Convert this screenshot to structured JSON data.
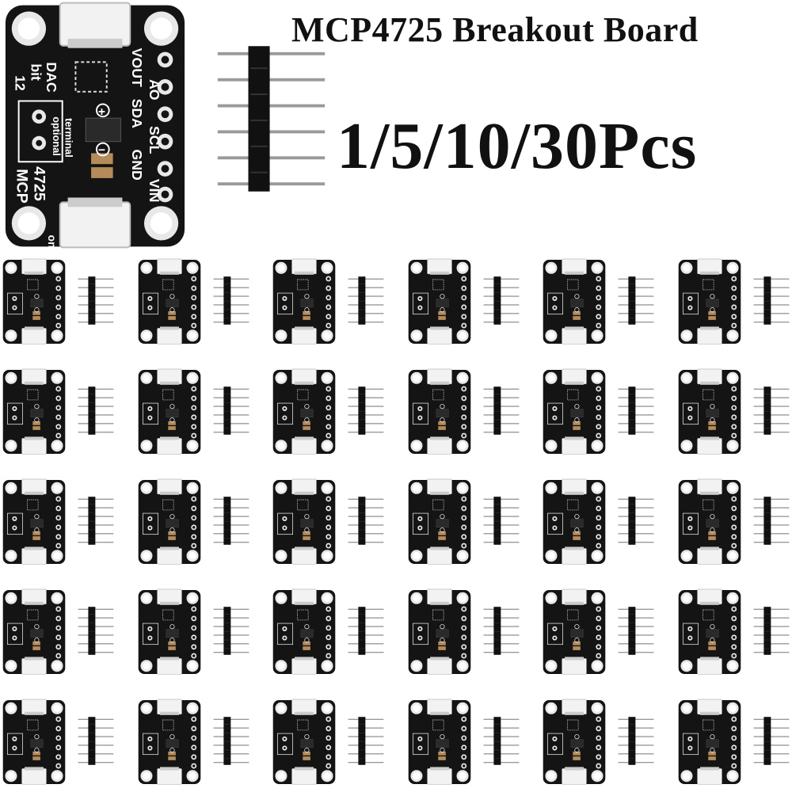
{
  "title_line1": "MCP4725 Breakout Board",
  "title_line2": "1/5/10/30Pcs",
  "board_labels": {
    "res1": "12",
    "res2": "bit",
    "res3": "DAC",
    "chip1": "MCP",
    "chip2": "4725",
    "terminal1": "optional",
    "terminal2": "terminal",
    "vout": "VOUT",
    "ao": "AO",
    "sda": "SDA",
    "scl": "SCL",
    "gnd": "GND",
    "vin": "VIN",
    "plus": "+",
    "minus": "−",
    "on": "on"
  },
  "grid": {
    "rows": 5,
    "cols": 6
  },
  "colors": {
    "pcb": "#141414",
    "silk": "#ffffff",
    "pad": "#e8e8e8",
    "connector": "#f2f2f2",
    "header": "#111111",
    "pin": "#9a9a9a"
  }
}
